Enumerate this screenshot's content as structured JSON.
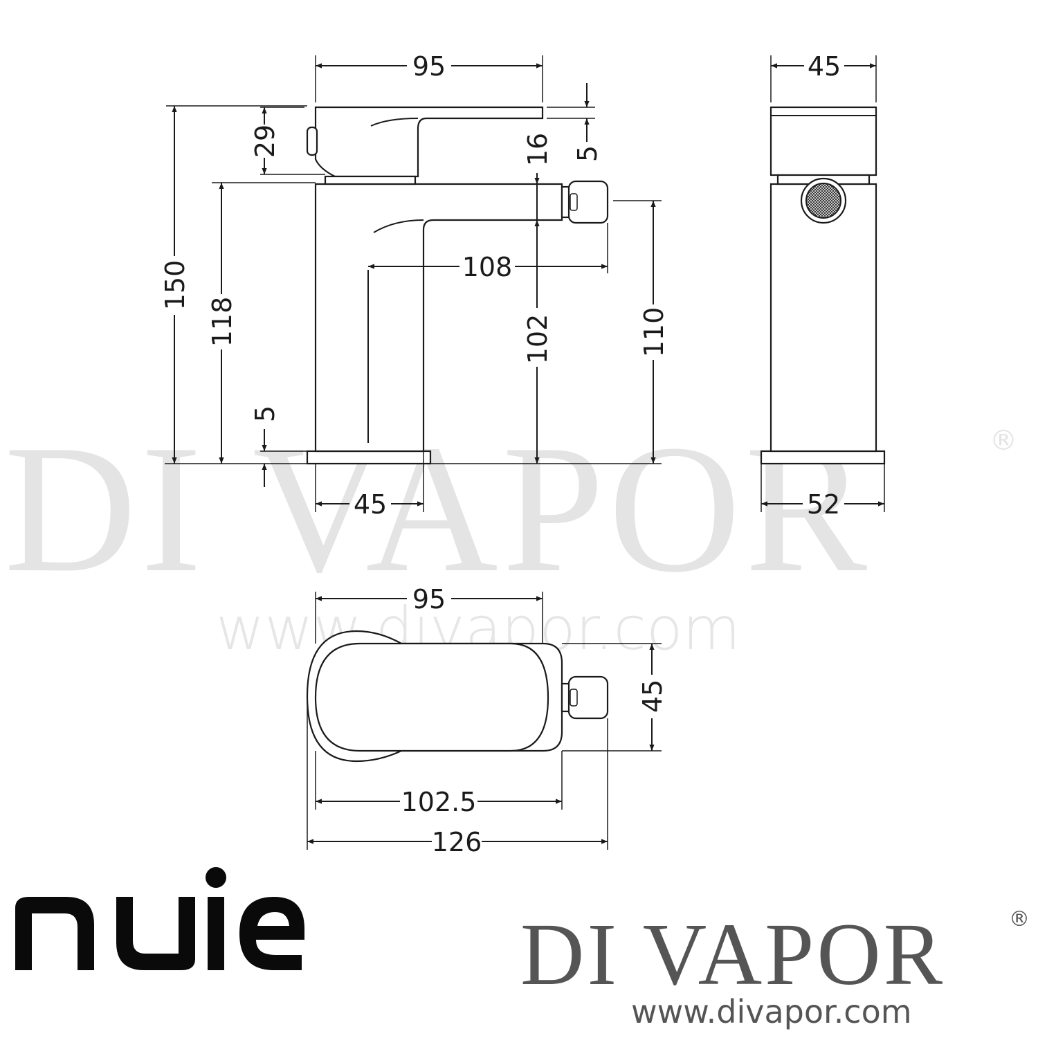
{
  "watermark": {
    "brand": "DI VAPOR",
    "registered": "®",
    "url": "www.divapor.com"
  },
  "dimensions": {
    "side_view": {
      "width_top": "95",
      "overall_height": "150",
      "spout_height": "118",
      "lever_height": "29",
      "lever_offset": "16",
      "lever_gap": "5",
      "base_thickness": "5",
      "spout_reach": "108",
      "outlet_height_left": "102",
      "outlet_height_right": "110",
      "body_width": "45"
    },
    "end_view": {
      "width_top": "45",
      "base_width": "52"
    },
    "top_view": {
      "width_top": "95",
      "depth": "45",
      "body_length": "102.5",
      "overall_length": "126"
    }
  },
  "brand": {
    "maker_logo": "nuie",
    "retailer_name": "DI VAPOR",
    "retailer_reg": "®",
    "retailer_url": "www.divapor.com"
  },
  "colors": {
    "line": "#1a1a1a",
    "watermark": "#e4e4e4",
    "retailer_text": "#555555",
    "logo": "#0a0a0a"
  }
}
